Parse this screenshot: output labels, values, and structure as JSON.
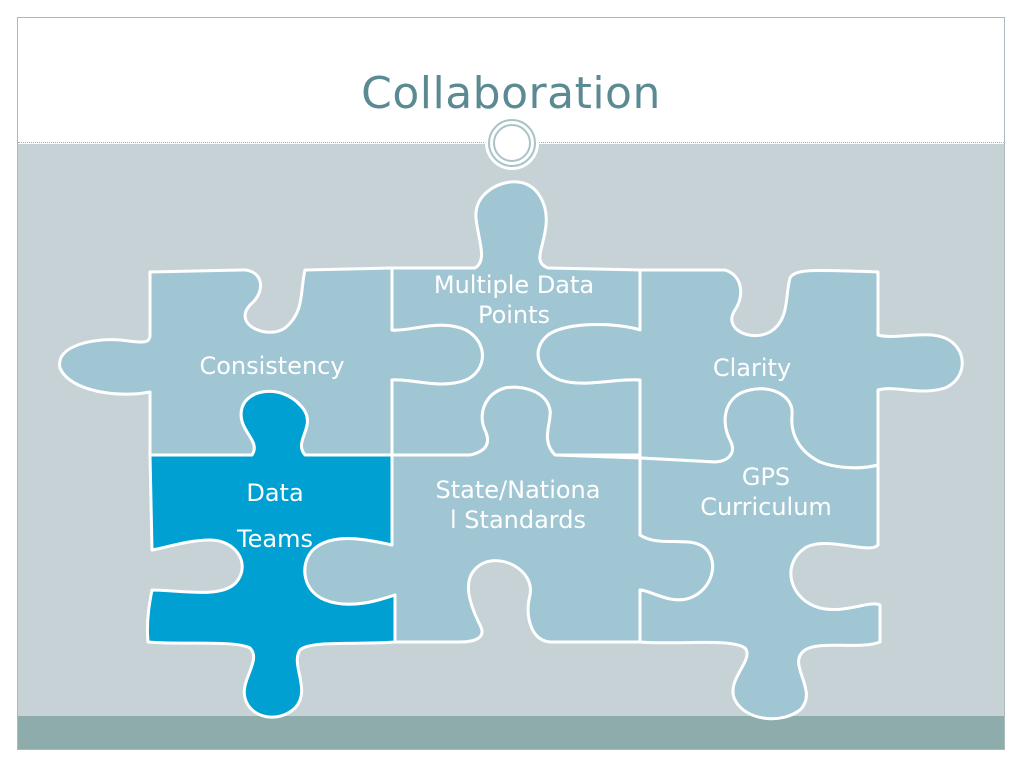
{
  "slide": {
    "title": "Collaboration"
  },
  "pieces": {
    "multiple_data_points": {
      "line1": "Multiple Data",
      "line2": "Points"
    },
    "consistency": {
      "label": "Consistency"
    },
    "clarity": {
      "label": "Clarity"
    },
    "data_teams": {
      "line1": "Data",
      "line2": "Teams"
    },
    "state_national": {
      "line1": "State/Nationa",
      "line2": "l Standards"
    },
    "gps_curriculum": {
      "line1": "GPS",
      "line2": "Curriculum"
    }
  },
  "colors": {
    "title_text": "#5b8a92",
    "content_background": "#c7d2d7",
    "bottom_band": "#8eacab",
    "light_piece": "#a0c6d4",
    "highlight_piece": "#00a0d2",
    "piece_outline": "#ffffff"
  }
}
